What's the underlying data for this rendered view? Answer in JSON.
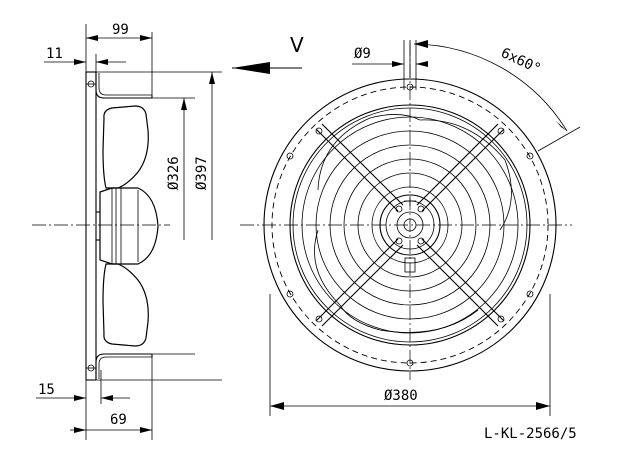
{
  "dimensions": {
    "width_overall": "99",
    "flange_thickness": "11",
    "view_label": "V",
    "hole_diameter": "Ø9",
    "hole_pattern": "6x60°",
    "blade_diameter": "Ø326",
    "flange_diameter": "Ø397",
    "bottom_offset": "15",
    "motor_depth": "69",
    "hole_circle_diameter": "Ø380"
  },
  "drawing_reference": "L-KL-2566/5"
}
